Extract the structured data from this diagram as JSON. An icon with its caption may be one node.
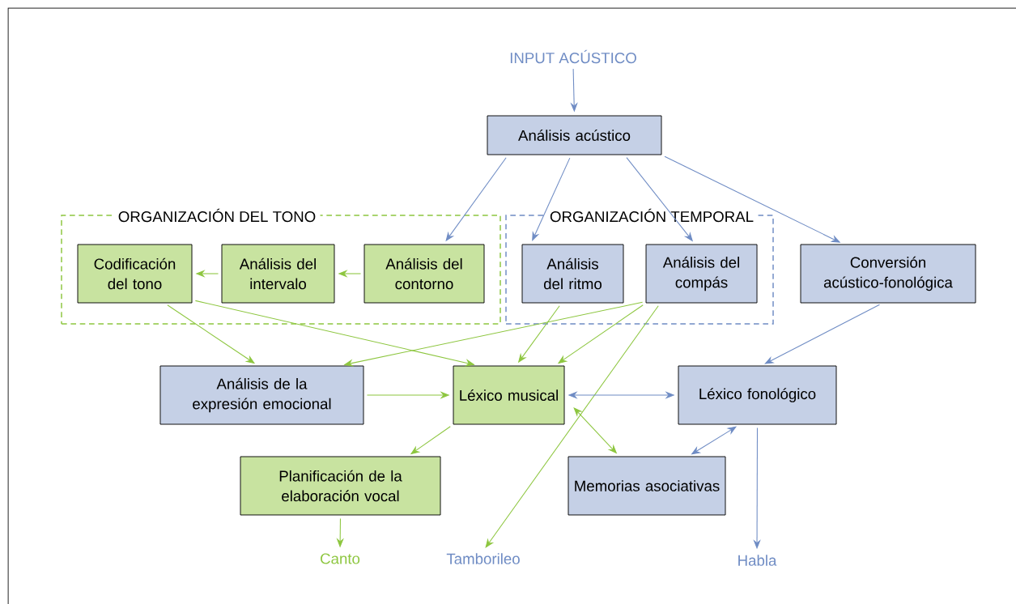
{
  "diagram": {
    "nodes": [
      {
        "text": [
          "INPUT ACÚSTICO"
        ]
      },
      {
        "text": [
          "Análisis acústico"
        ]
      },
      {
        "text": [
          "ORGANIZACIÓN DEL TONO"
        ]
      },
      {
        "text": [
          "ORGANIZACIÓN TEMPORAL"
        ]
      },
      {
        "text": [
          "Codificación del tono"
        ],
        "in": 2
      },
      {
        "text": [
          "Análisis del intervalo"
        ],
        "in": 2
      },
      {
        "text": [
          "Análisis del contorno"
        ],
        "in": 2
      },
      {
        "text": [
          "Análisis del ritmo"
        ],
        "in": 3
      },
      {
        "text": [
          "Análisis del compás"
        ],
        "in": 3
      },
      {
        "text": [
          "Conversión acústico-fonológica"
        ]
      },
      {
        "text": [
          "Análisis de la expresión emocional"
        ]
      },
      {
        "text": [
          "Léxico musical"
        ]
      },
      {
        "text": [
          "Léxico fonológico"
        ]
      },
      {
        "text": [
          "Planificación de la elaboración vocal"
        ]
      },
      {
        "text": [
          "Memorias asociativas"
        ]
      },
      {
        "text": [
          "Canto"
        ]
      },
      {
        "text": [
          "Tamborileo"
        ]
      },
      {
        "text": [
          "Habla"
        ]
      }
    ],
    "edges": [
      {
        "from": 0,
        "to": 1,
        "arrow": "to",
        "color": "#6f8cc4"
      },
      {
        "from": 1,
        "to": 6,
        "arrow": "to",
        "color": "#6f8cc4"
      },
      {
        "from": 1,
        "to": 7,
        "arrow": "to",
        "color": "#6f8cc4"
      },
      {
        "from": 1,
        "to": 8,
        "arrow": "to",
        "color": "#6f8cc4"
      },
      {
        "from": 1,
        "to": 9,
        "arrow": "to",
        "color": "#6f8cc4"
      },
      {
        "from": 6,
        "to": 5,
        "arrow": "to"
      },
      {
        "from": 5,
        "to": 4,
        "arrow": "to"
      },
      {
        "from": 4,
        "to": 10,
        "arrow": "to"
      },
      {
        "from": 4,
        "to": 11,
        "arrow": "to"
      },
      {
        "from": 7,
        "to": 11,
        "arrow": "to"
      },
      {
        "from": 8,
        "to": 10,
        "arrow": "to"
      },
      {
        "from": 8,
        "to": 11,
        "arrow": "to"
      },
      {
        "from": 8,
        "to": 16,
        "arrow": "to"
      },
      {
        "from": 9,
        "to": 12,
        "arrow": "to",
        "color": "#6f8cc4"
      },
      {
        "from": 10,
        "to": 11,
        "arrow": "to"
      },
      {
        "from": 11,
        "to": 12,
        "arrow": "both",
        "color": "#6f8cc4"
      },
      {
        "from": 11,
        "to": 14,
        "arrow": "both"
      },
      {
        "from": 12,
        "to": 14,
        "arrow": "both",
        "color": "#6f8cc4"
      },
      {
        "from": 11,
        "to": 13,
        "arrow": "to"
      },
      {
        "from": 13,
        "to": 15,
        "arrow": "to"
      },
      {
        "from": 12,
        "to": 17,
        "arrow": "to",
        "color": "#6f8cc4"
      }
    ]
  }
}
